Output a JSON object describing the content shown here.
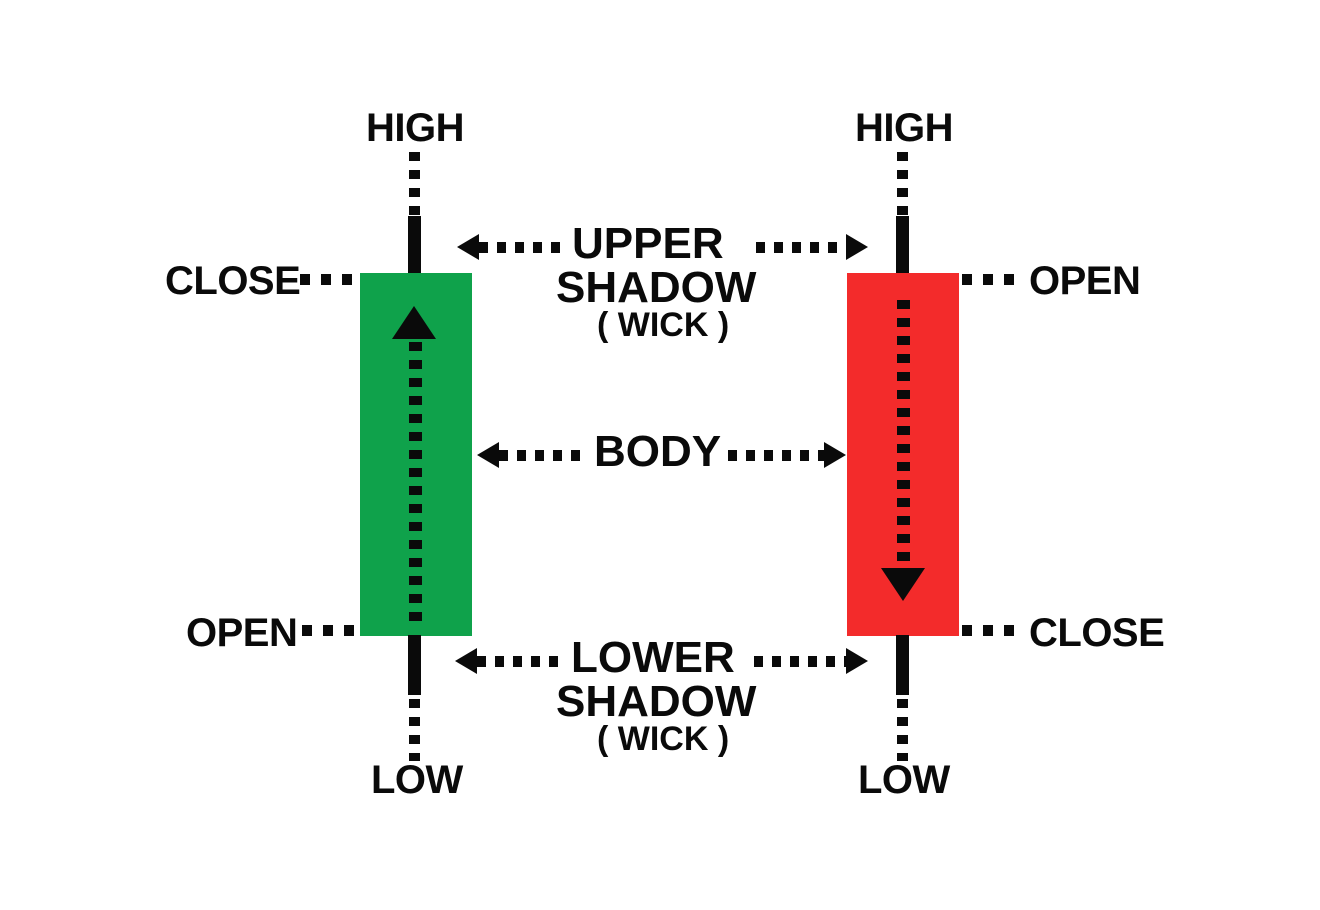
{
  "diagram": {
    "title": "Candlestick anatomy diagram",
    "background_color": "#ffffff",
    "ink_color": "#0a0a0a"
  },
  "chart_data": {
    "type": "diagram",
    "subject": "candlestick-anatomy",
    "candles": [
      {
        "id": "bullish",
        "direction": "up",
        "body_color": "#0FA24B",
        "top_label": "HIGH",
        "bottom_label": "LOW",
        "body_top_label": "CLOSE",
        "body_bottom_label": "OPEN",
        "body_top_label_side": "left",
        "body_bottom_label_side": "left",
        "arrow_glyph": "triangle-up"
      },
      {
        "id": "bearish",
        "direction": "down",
        "body_color": "#F32B2B",
        "top_label": "HIGH",
        "bottom_label": "LOW",
        "body_top_label": "OPEN",
        "body_bottom_label": "CLOSE",
        "body_top_label_side": "right",
        "body_bottom_label_side": "right",
        "arrow_glyph": "triangle-down"
      }
    ],
    "annotations": [
      {
        "id": "upper-shadow",
        "line1": "UPPER",
        "line2": "SHADOW",
        "line3": "( WICK )",
        "span": "between-candles",
        "arrow_style": "double-dotted"
      },
      {
        "id": "body",
        "line1": "BODY",
        "line2": "",
        "line3": "",
        "span": "between-candles",
        "arrow_style": "double-dotted"
      },
      {
        "id": "lower-shadow",
        "line1": "LOWER",
        "line2": "SHADOW",
        "line3": "( WICK )",
        "span": "between-candles",
        "arrow_style": "double-dotted"
      }
    ]
  },
  "left_candle": {
    "high_label": "HIGH",
    "close_label": "CLOSE",
    "open_label": "OPEN",
    "low_label": "LOW",
    "body_color": "#0FA24B"
  },
  "right_candle": {
    "high_label": "HIGH",
    "open_label": "OPEN",
    "close_label": "CLOSE",
    "low_label": "LOW",
    "body_color": "#F32B2B"
  },
  "annotations": {
    "upper_shadow_line1": "UPPER",
    "upper_shadow_line2": "SHADOW",
    "upper_shadow_wick": "( WICK )",
    "body": "BODY",
    "lower_shadow_line1": "LOWER",
    "lower_shadow_line2": "SHADOW",
    "lower_shadow_wick": "( WICK )"
  }
}
